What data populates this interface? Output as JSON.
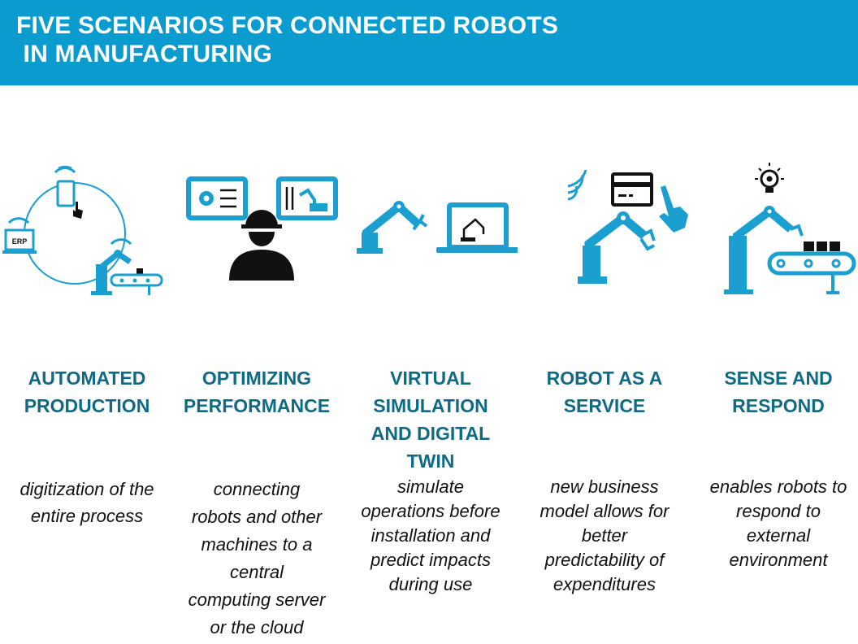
{
  "header": {
    "title_lines": [
      "FIVE SCENARIOS FOR CONNECTED ROBOTS",
      " IN MANUFACTURING"
    ]
  },
  "colors": {
    "header_bg": "#0a9bcf",
    "heading": "#0f6a85",
    "icon_blue": "#1a9fd0"
  },
  "scenarios": [
    {
      "icon": "connected-devices-cycle-icon",
      "erp_label": "ERP",
      "title_lines": [
        "AUTOMATED",
        "PRODUCTION"
      ],
      "desc_lines": [
        "digitization of the",
        "entire process"
      ]
    },
    {
      "icon": "worker-with-monitors-icon",
      "title_lines": [
        "OPTIMIZING",
        "PERFORMANCE"
      ],
      "desc_lines": [
        "connecting",
        "robots and other",
        "machines to a",
        "central",
        "computing server",
        "or the cloud"
      ]
    },
    {
      "icon": "robot-and-laptop-icon",
      "title_lines": [
        "VIRTUAL",
        "SIMULATION",
        "AND DIGITAL",
        "TWIN"
      ],
      "desc_lines": [
        "simulate",
        "operations before",
        "installation and",
        "predict impacts",
        "during use"
      ]
    },
    {
      "icon": "robot-payment-card-icon",
      "title_lines": [
        "ROBOT AS A",
        "SERVICE"
      ],
      "desc_lines": [
        "new business",
        "model allows for",
        "better",
        "predictability of",
        "expenditures"
      ]
    },
    {
      "icon": "robot-lightbulb-conveyor-icon",
      "title_lines": [
        "SENSE AND",
        "RESPOND"
      ],
      "desc_lines": [
        "enables robots to",
        "respond to",
        "external",
        "environment"
      ]
    }
  ]
}
